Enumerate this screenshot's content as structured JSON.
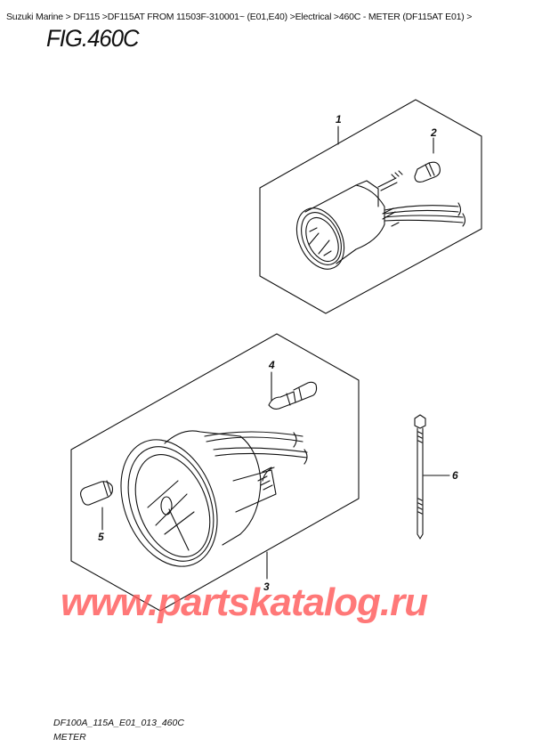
{
  "breadcrumb": {
    "items": [
      "Suzuki Marine",
      "DF115",
      "DF115AT FROM 11503F-310001~ (E01,E40)",
      "Electrical",
      "460C - METER (DF115AT E01)"
    ],
    "separator": " > ",
    "text": "Suzuki Marine > DF115 >DF115AT FROM 11503F-310001~ (E01,E40) >Electrical >460C - METER (DF115AT E01) >"
  },
  "figure": {
    "title": "FIG.460C",
    "code": "DF100A_115A_E01_013_460C",
    "name": "METER"
  },
  "callouts": [
    {
      "number": "1",
      "part": "meter-assembly-upper"
    },
    {
      "number": "2",
      "part": "bulb-upper"
    },
    {
      "number": "3",
      "part": "meter-assembly-lower"
    },
    {
      "number": "4",
      "part": "bulb-socket"
    },
    {
      "number": "5",
      "part": "bulb-lower"
    },
    {
      "number": "6",
      "part": "cable-tie"
    }
  ],
  "watermark": "www.partskatalog.ru",
  "colors": {
    "line": "#111111",
    "watermark": "#ff5a5a"
  }
}
